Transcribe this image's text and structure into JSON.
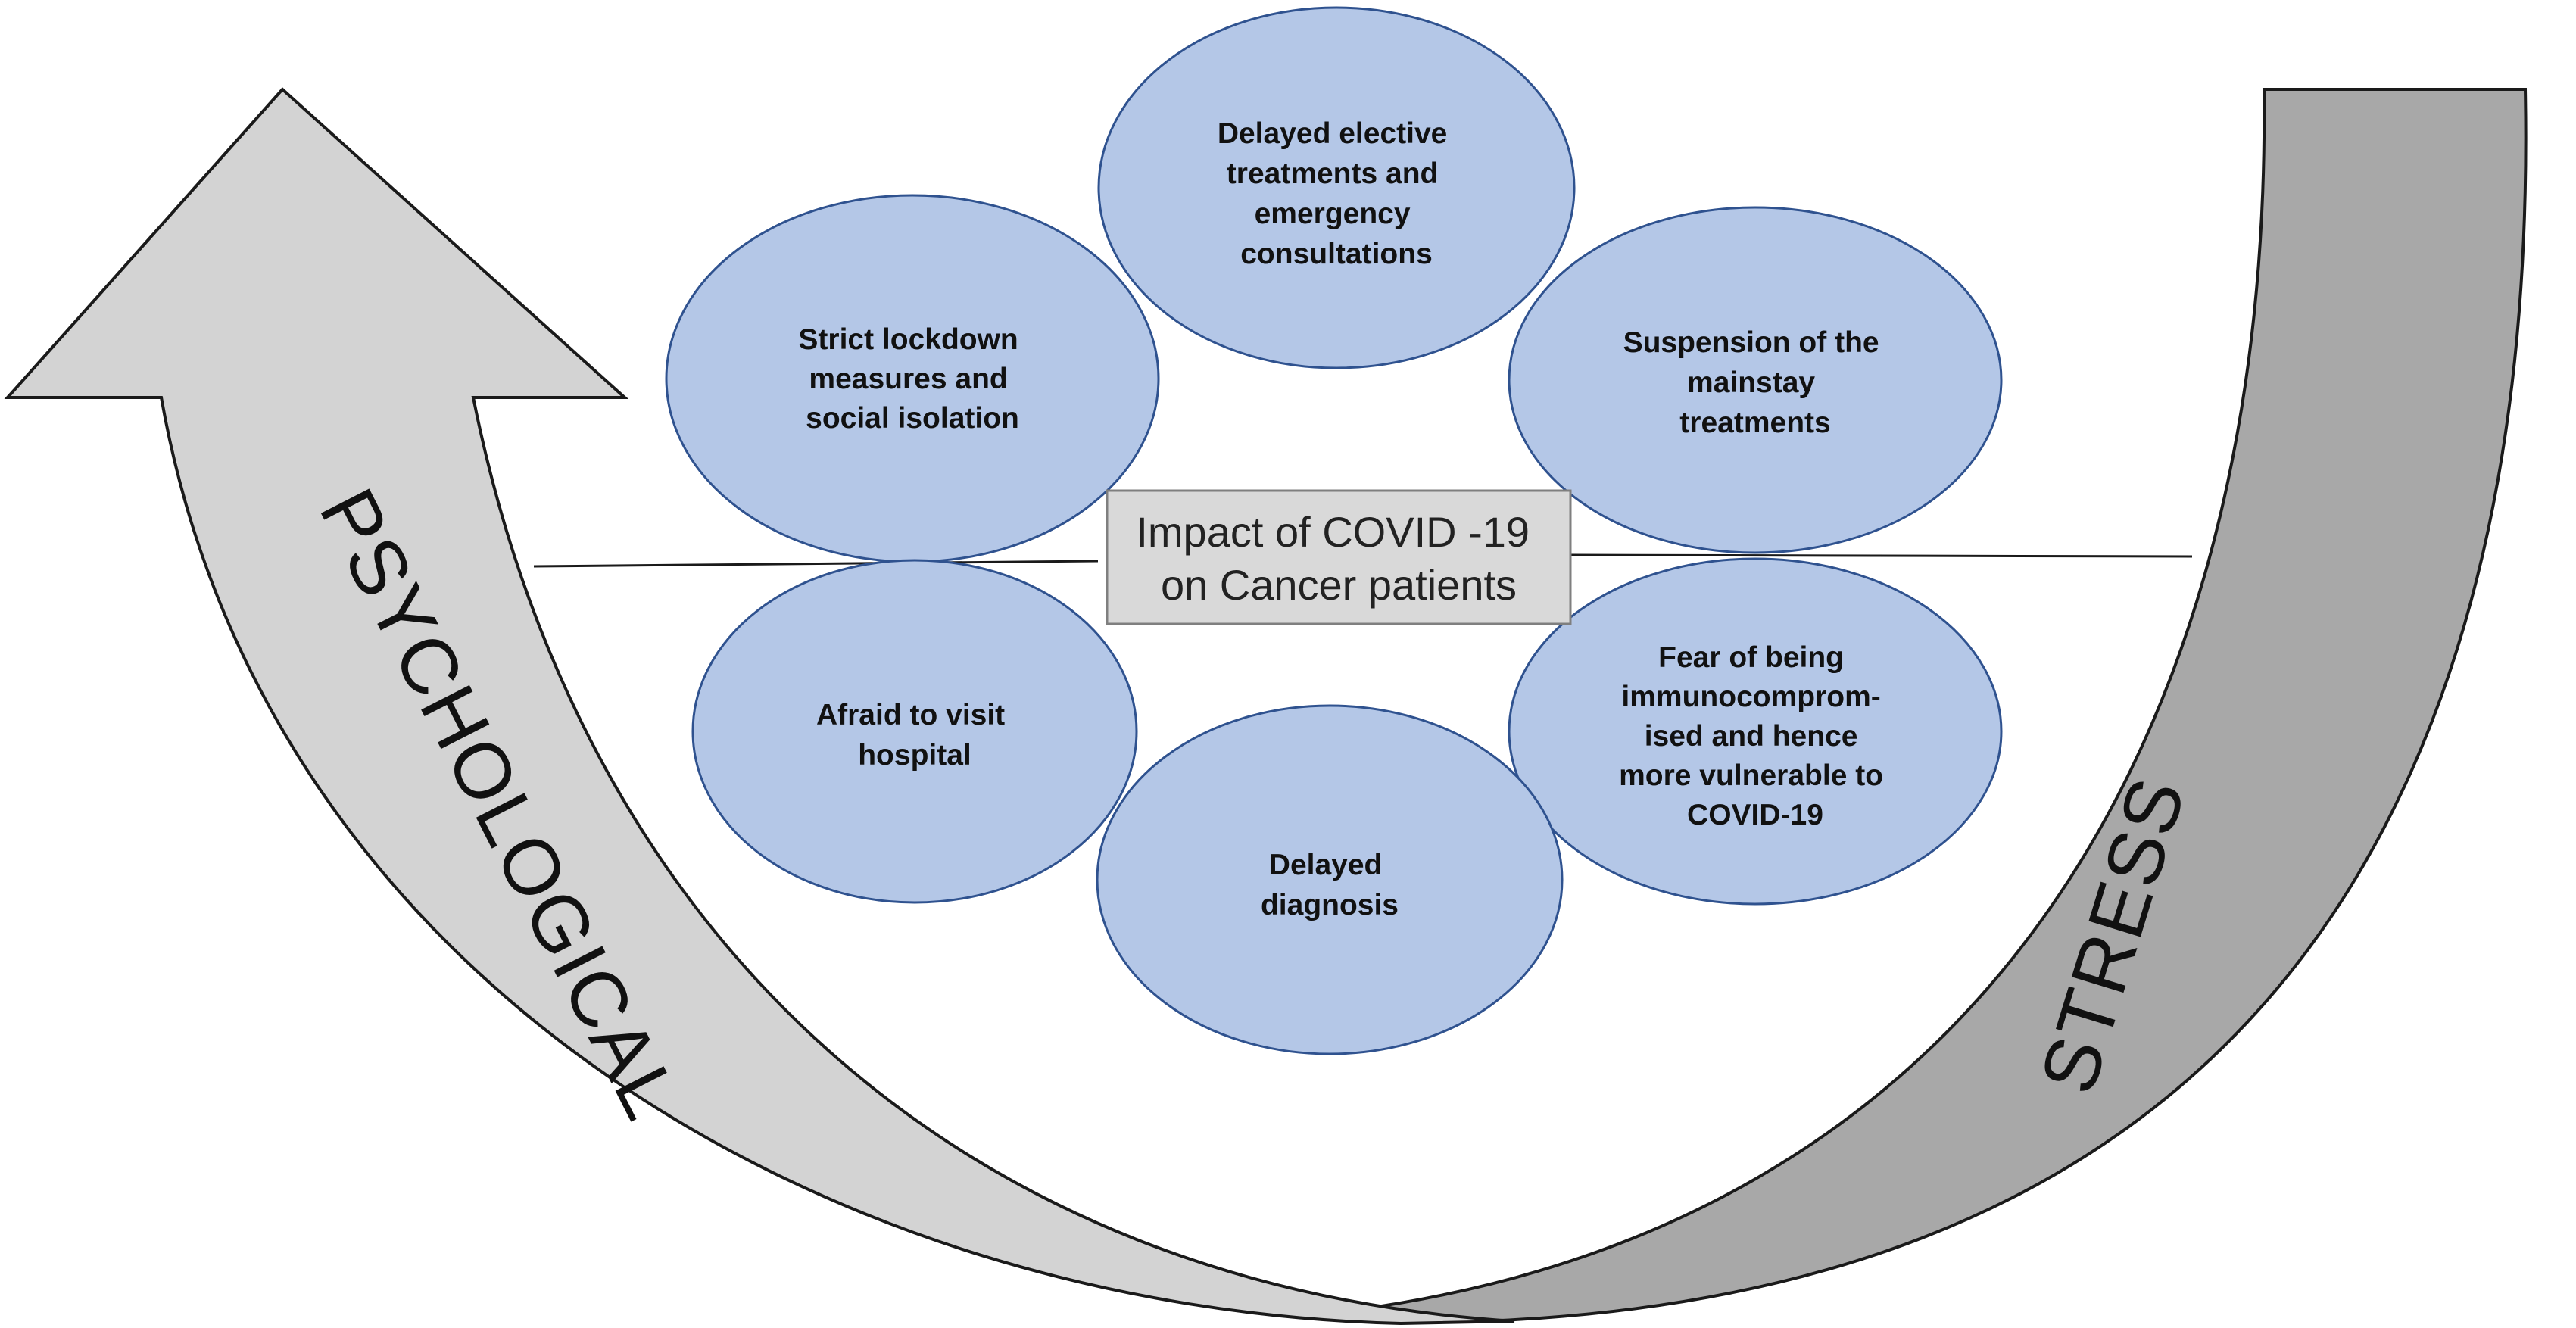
{
  "colors": {
    "left_arrow_fill": "#d3d3d3",
    "right_arrow_fill": "#a8a8a8",
    "arrow_stroke": "#1a1a1a",
    "bubble_fill": "#b4c7e7",
    "bubble_stroke": "#2f528f",
    "center_box_fill": "#d9d9d9",
    "center_box_stroke": "#7f7f7f"
  },
  "center": {
    "lines": [
      "Impact of COVID -19",
      "on Cancer patients"
    ]
  },
  "left_arrow": {
    "label": "PSYCHOLOGICAL"
  },
  "right_arrow": {
    "label": "STRESS"
  },
  "bubbles": [
    {
      "id": "top",
      "lines": [
        "Delayed elective",
        "treatments and",
        "emergency",
        "consultations"
      ]
    },
    {
      "id": "upper-left",
      "lines": [
        "Strict lockdown",
        "measures and",
        "social isolation"
      ]
    },
    {
      "id": "upper-right",
      "lines": [
        "Suspension of the",
        "mainstay",
        "treatments"
      ]
    },
    {
      "id": "lower-left",
      "lines": [
        "Afraid to visit",
        "hospital"
      ]
    },
    {
      "id": "lower-right",
      "lines": [
        "Fear of being",
        "immunocomprom-",
        "ised and hence",
        "more vulnerable to",
        "COVID-19"
      ]
    },
    {
      "id": "bottom",
      "lines": [
        "Delayed",
        "diagnosis"
      ]
    }
  ]
}
